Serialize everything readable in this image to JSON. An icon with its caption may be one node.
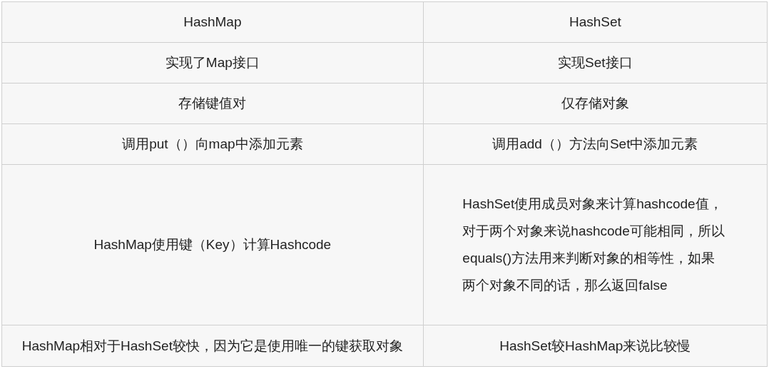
{
  "diagram": {
    "labels": [
      "HashMap",
      "HashSet",
      "实现了Map接口",
      "实现Set接口",
      "存储键值对",
      "仅存储对象",
      "调用put（）向map中添加元素",
      "调用add（）方法向Set中添加元素",
      "HashMap使用键（Key）计算Hashcode",
      "HashSet使用成员对象来计算hashcode值，对于两个对象来说hashcode可能相同，所以equals()方法用来判断对象的相等性，如果两个对象不同的话，那么返回false",
      "HashMap相对于HashSet较快，因为它是使用唯一的键获取对象",
      "HashSet较HashMap来说比较慢"
    ]
  }
}
